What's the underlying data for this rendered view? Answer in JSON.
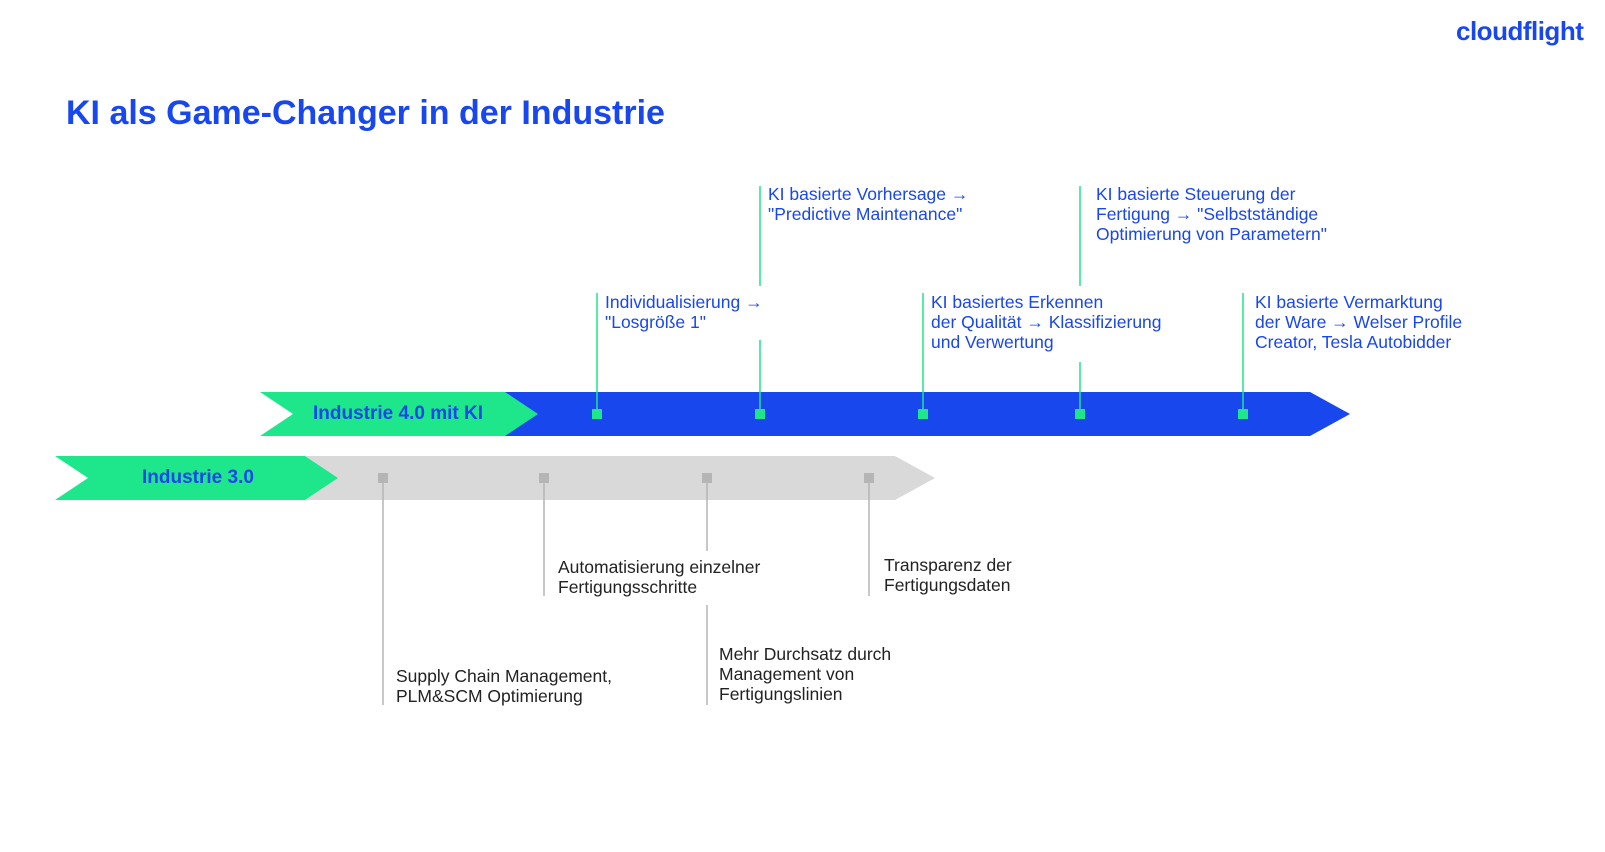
{
  "header": {
    "logo_text": "cloudflight",
    "title": "KI als Game-Changer in der Industrie"
  },
  "colors": {
    "primary_blue": "#1847ed",
    "accent_green": "#1ee68a",
    "bar_gray": "#d9d9d9",
    "marker_gray": "#b5b5b5",
    "text_dark": "#222222"
  },
  "stages": {
    "industry4": {
      "label": "Industrie 4.0 mit KI"
    },
    "industry3": {
      "label": "Industrie 3.0"
    }
  },
  "milestones_40": [
    {
      "text": "Individualisierung →\n\"Losgröße 1\""
    },
    {
      "text": "KI basierte Vorhersage →\n\"Predictive Maintenance\""
    },
    {
      "text": "KI basiertes Erkennen\nder Qualität → Klassifizierung\nund Verwertung"
    },
    {
      "text": "KI basierte Steuerung der\nFertigung → \"Selbstständige\nOptimierung von Parametern\""
    },
    {
      "text": "KI basierte Vermarktung\nder Ware → Welser Profile\nCreator, Tesla Autobidder"
    }
  ],
  "milestones_30": [
    {
      "text": "Supply Chain Management,\nPLM&SCM Optimierung"
    },
    {
      "text": "Automatisierung einzelner\nFertigungsschritte"
    },
    {
      "text": "Mehr Durchsatz durch\nManagement von\nFertigungslinien"
    },
    {
      "text": "Transparenz der\nFertigungsdaten"
    }
  ]
}
